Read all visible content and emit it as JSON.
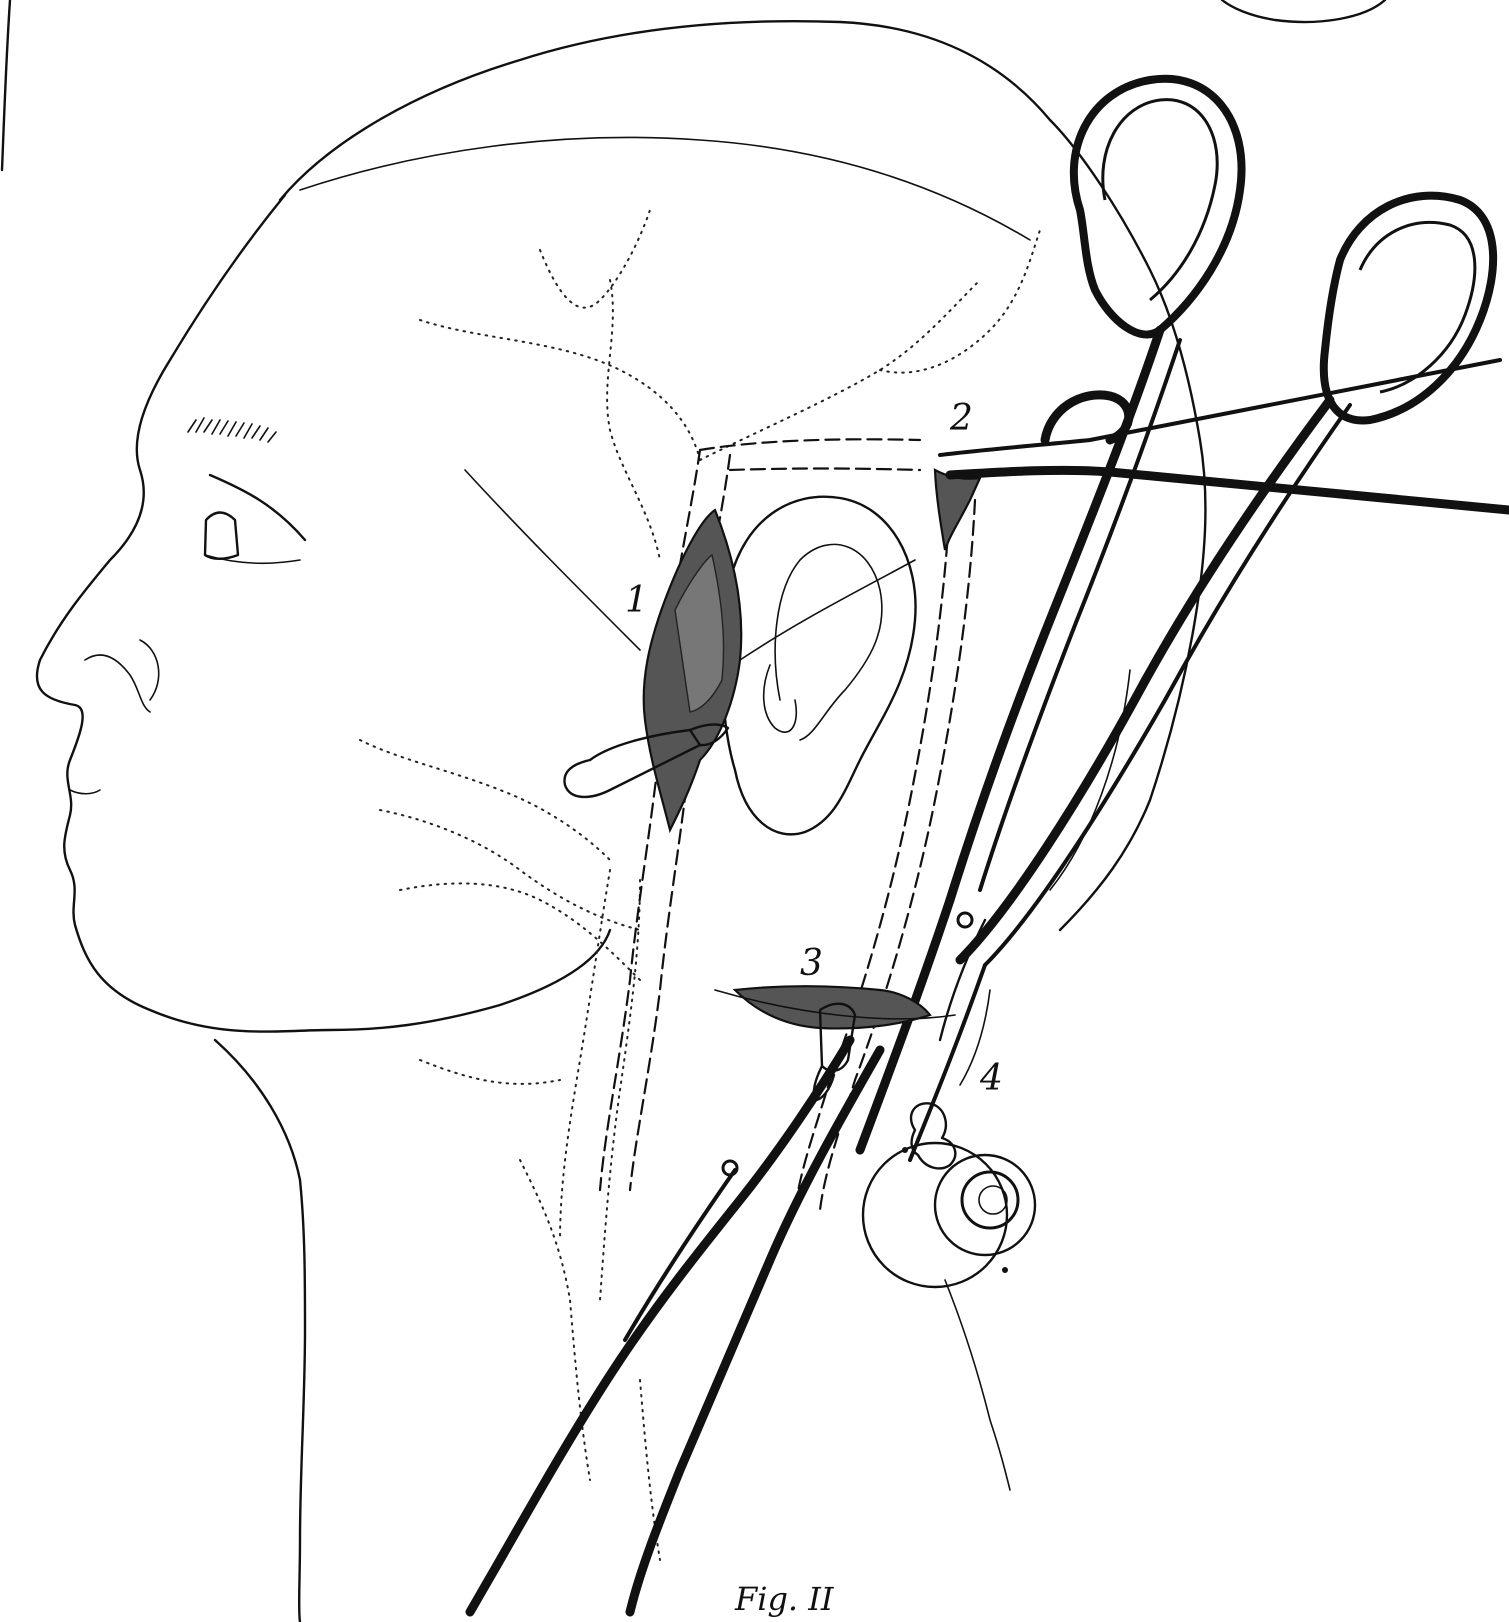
{
  "figure": {
    "caption": "Fig. II",
    "labels": {
      "one": "1",
      "two": "2",
      "three": "3",
      "four": "4"
    },
    "ink_color": "#111111",
    "paper_color": "#ffffff"
  }
}
